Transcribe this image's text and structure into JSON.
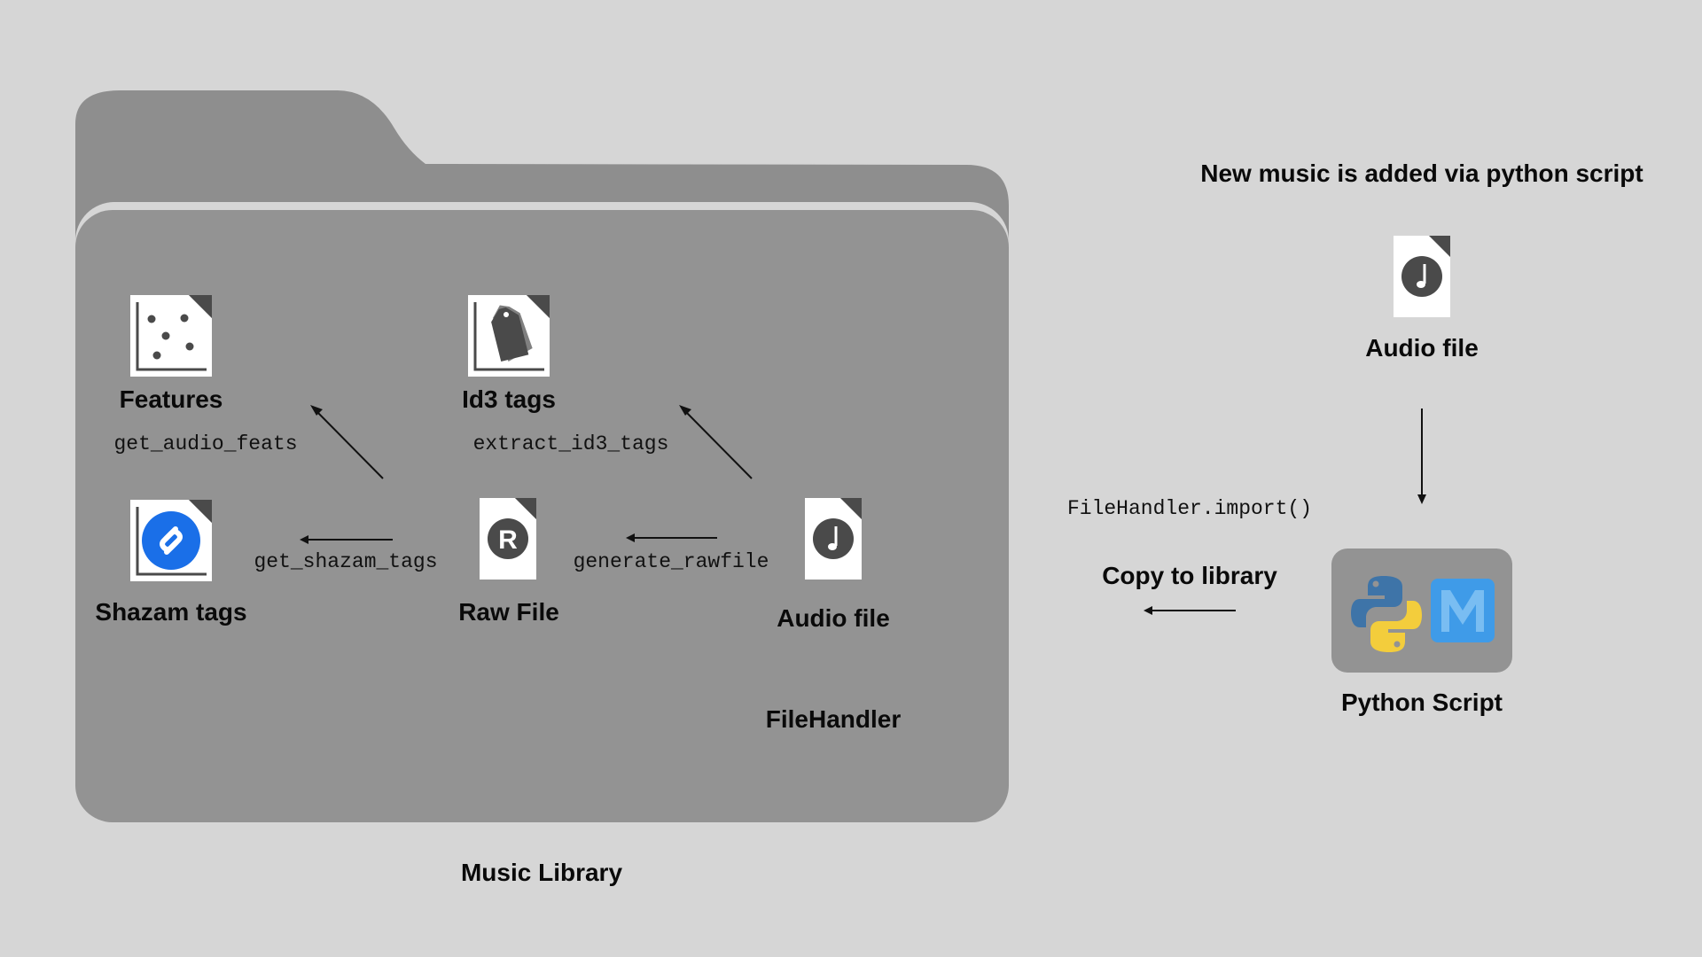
{
  "library": {
    "caption": "Music Library",
    "filehandler_label": "FileHandler",
    "files": {
      "features": {
        "label": "Features",
        "icon": "scatter-chart-file-icon"
      },
      "id3": {
        "label": "Id3 tags",
        "icon": "tag-file-icon"
      },
      "shazam": {
        "label": "Shazam tags",
        "icon": "shazam-file-icon"
      },
      "raw": {
        "label": "Raw File",
        "icon": "r-logo-file-icon"
      },
      "audio": {
        "label": "Audio file",
        "icon": "music-note-file-icon"
      }
    },
    "functions": {
      "get_audio_feats": "get_audio_feats",
      "extract_id3_tags": "extract_id3_tags",
      "get_shazam_tags": "get_shazam_tags",
      "generate_rawfile": "generate_rawfile"
    }
  },
  "import_flow": {
    "title": "New music is added via python script",
    "audio_label": "Audio file",
    "import_call": "FileHandler.import()",
    "copy_label": "Copy to library",
    "script_label": "Python Script",
    "script_icons": [
      "python-logo-icon",
      "m-logo-icon"
    ]
  },
  "colors": {
    "background": "#d6d6d6",
    "folder": "#939393",
    "folder_tab": "#8e8e8e",
    "icon_dark": "#4a4a4a",
    "shazam_blue": "#1a6fe8",
    "python_blue": "#3e74a8",
    "python_yellow": "#f3cd3c",
    "m_blue": "#3f9be8"
  }
}
